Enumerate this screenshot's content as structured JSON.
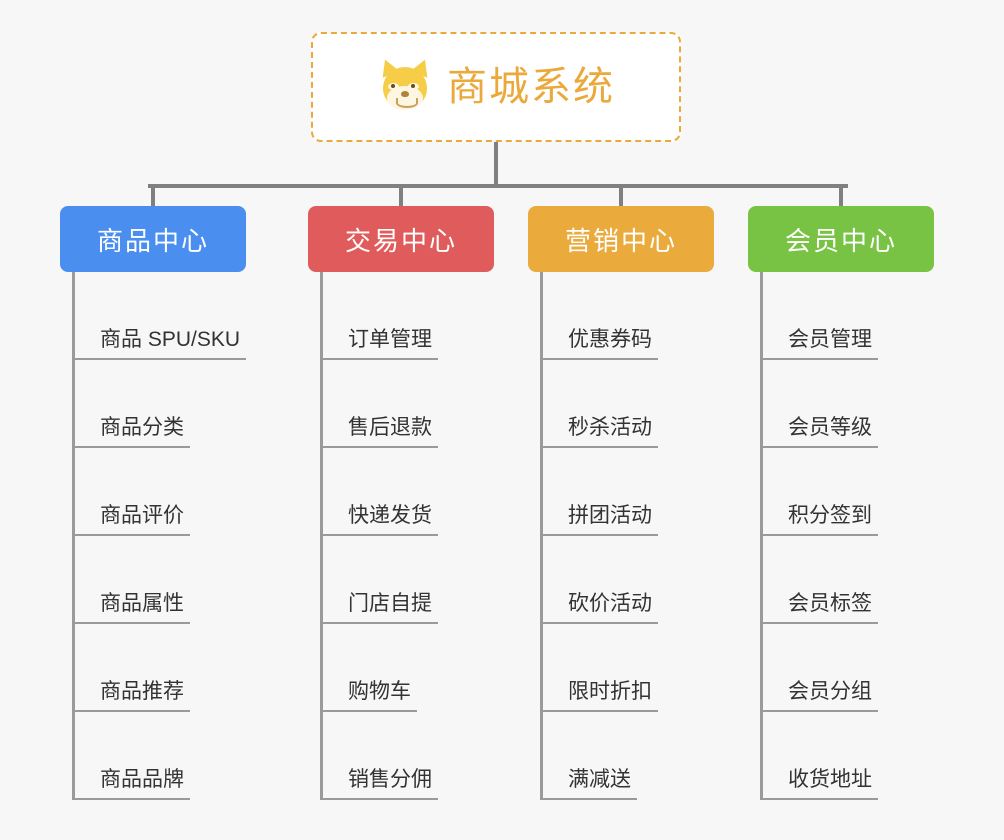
{
  "background_color": "#f7f7f7",
  "root": {
    "title": "商城系统",
    "icon": "dog-face-icon",
    "color": "#eaa93a",
    "border_style": "dashed"
  },
  "connector_color": "#808080",
  "categories": [
    {
      "label": "商品中心",
      "color": "#4a8ef0",
      "items": [
        "商品 SPU/SKU",
        "商品分类",
        "商品评价",
        "商品属性",
        "商品推荐",
        "商品品牌"
      ]
    },
    {
      "label": "交易中心",
      "color": "#e05c5c",
      "items": [
        "订单管理",
        "售后退款",
        "快递发货",
        "门店自提",
        "购物车",
        "销售分佣"
      ]
    },
    {
      "label": "营销中心",
      "color": "#eaab3c",
      "items": [
        "优惠券码",
        "秒杀活动",
        "拼团活动",
        "砍价活动",
        "限时折扣",
        "满减送"
      ]
    },
    {
      "label": "会员中心",
      "color": "#78c244",
      "items": [
        "会员管理",
        "会员等级",
        "积分签到",
        "会员标签",
        "会员分组",
        "收货地址"
      ]
    }
  ]
}
